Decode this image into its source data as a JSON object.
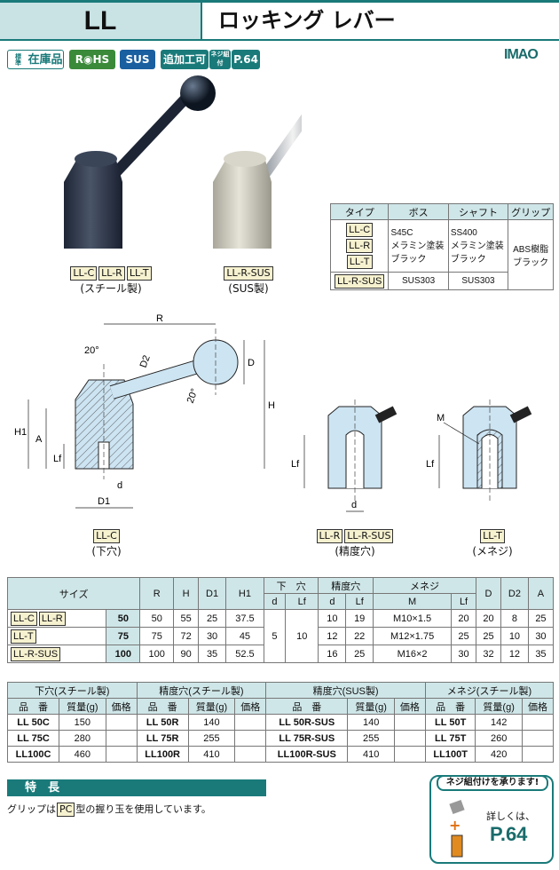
{
  "header": {
    "code": "LL",
    "name": "ロッキング レバー"
  },
  "badges": {
    "stock": "在庫品",
    "stock_prefix": "標準",
    "rohs": "R◉HS",
    "sus": "SUS",
    "extra": "追加工可",
    "neji": "ネジ組付",
    "page": "P.64"
  },
  "logo": "IMAO",
  "photos": {
    "left_tags": [
      "LL-C",
      "LL-R",
      "LL-T"
    ],
    "left_caption": "(スチール製)",
    "right_tags": [
      "LL-R-SUS"
    ],
    "right_caption": "(SUS製)"
  },
  "material_table": {
    "headers": [
      "タイプ",
      "ボス",
      "シャフト",
      "グリップ"
    ],
    "types": [
      "LL-C",
      "LL-R",
      "LL-T",
      "LL-R-SUS"
    ],
    "boss_steel": "S45C\nメラミン塗装\nブラック",
    "shaft_steel": "SS400\nメラミン塗装\nブラック",
    "grip": "ABS樹脂\nブラック",
    "boss_sus": "SUS303",
    "shaft_sus": "SUS303"
  },
  "drawing": {
    "labels": {
      "R": "R",
      "D": "D",
      "D2": "D2",
      "H": "H",
      "H1": "H1",
      "A": "A",
      "Lf": "Lf",
      "d": "d",
      "D1": "D1",
      "ang1": "20°",
      "ang2": "20°",
      "M": "M"
    },
    "captions": [
      {
        "tags": [
          "LL-C"
        ],
        "text": "(下穴)"
      },
      {
        "tags": [
          "LL-R",
          "LL-R-SUS"
        ],
        "text": "(精度穴)"
      },
      {
        "tags": [
          "LL-T"
        ],
        "text": "(メネジ)"
      }
    ]
  },
  "spec_table": {
    "headers": {
      "size": "サイズ",
      "R": "R",
      "H": "H",
      "D1": "D1",
      "H1": "H1",
      "shitaana": "下　穴",
      "seido": "精度穴",
      "meneji": "メネジ",
      "D": "D",
      "D2": "D2",
      "A": "A",
      "d": "d",
      "Lf": "Lf",
      "M": "M"
    },
    "rows": [
      {
        "types": [
          "LL-C",
          "LL-R"
        ],
        "size": "50",
        "R": "50",
        "H": "55",
        "D1": "25",
        "H1": "37.5",
        "sd": "5",
        "sLf": "10",
        "pd": "10",
        "pLf": "19",
        "M": "M10×1.5",
        "mLf": "20",
        "D": "20",
        "D2": "8",
        "A": "25"
      },
      {
        "types": [
          "LL-T"
        ],
        "size": "75",
        "R": "75",
        "H": "72",
        "D1": "30",
        "H1": "45",
        "pd": "12",
        "pLf": "22",
        "M": "M12×1.75",
        "mLf": "25",
        "D": "25",
        "D2": "10",
        "A": "30"
      },
      {
        "types": [
          "LL-R-SUS"
        ],
        "size": "100",
        "R": "100",
        "H": "90",
        "D1": "35",
        "H1": "52.5",
        "pd": "16",
        "pLf": "25",
        "M": "M16×2",
        "mLf": "30",
        "D": "32",
        "D2": "12",
        "A": "35"
      }
    ]
  },
  "parts_table": {
    "groups": [
      "下穴(スチール製)",
      "精度穴(スチール製)",
      "精度穴(SUS製)",
      "メネジ(スチール製)"
    ],
    "cols": [
      "品　番",
      "質量(g)",
      "価格"
    ],
    "rows": [
      [
        [
          "LL 50C",
          "150"
        ],
        [
          "LL 50R",
          "140"
        ],
        [
          "LL 50R-SUS",
          "140"
        ],
        [
          "LL 50T",
          "142"
        ]
      ],
      [
        [
          "LL 75C",
          "280"
        ],
        [
          "LL 75R",
          "255"
        ],
        [
          "LL 75R-SUS",
          "255"
        ],
        [
          "LL 75T",
          "260"
        ]
      ],
      [
        [
          "LL100C",
          "460"
        ],
        [
          "LL100R",
          "410"
        ],
        [
          "LL100R-SUS",
          "410"
        ],
        [
          "LL100T",
          "420"
        ]
      ]
    ]
  },
  "features": {
    "title": "特　長",
    "text_pre": "グリップは",
    "tag": "PC",
    "text_post": "型の握り玉を使用しています。"
  },
  "callout": {
    "title": "ネジ組付けを承ります!",
    "detail": "詳しくは、",
    "page": "P.64"
  },
  "colors": {
    "accent": "#1a7a7a",
    "header_bg": "#c9e2e4",
    "table_head": "#cfe6e8",
    "part_fill": "#cde4f2"
  }
}
